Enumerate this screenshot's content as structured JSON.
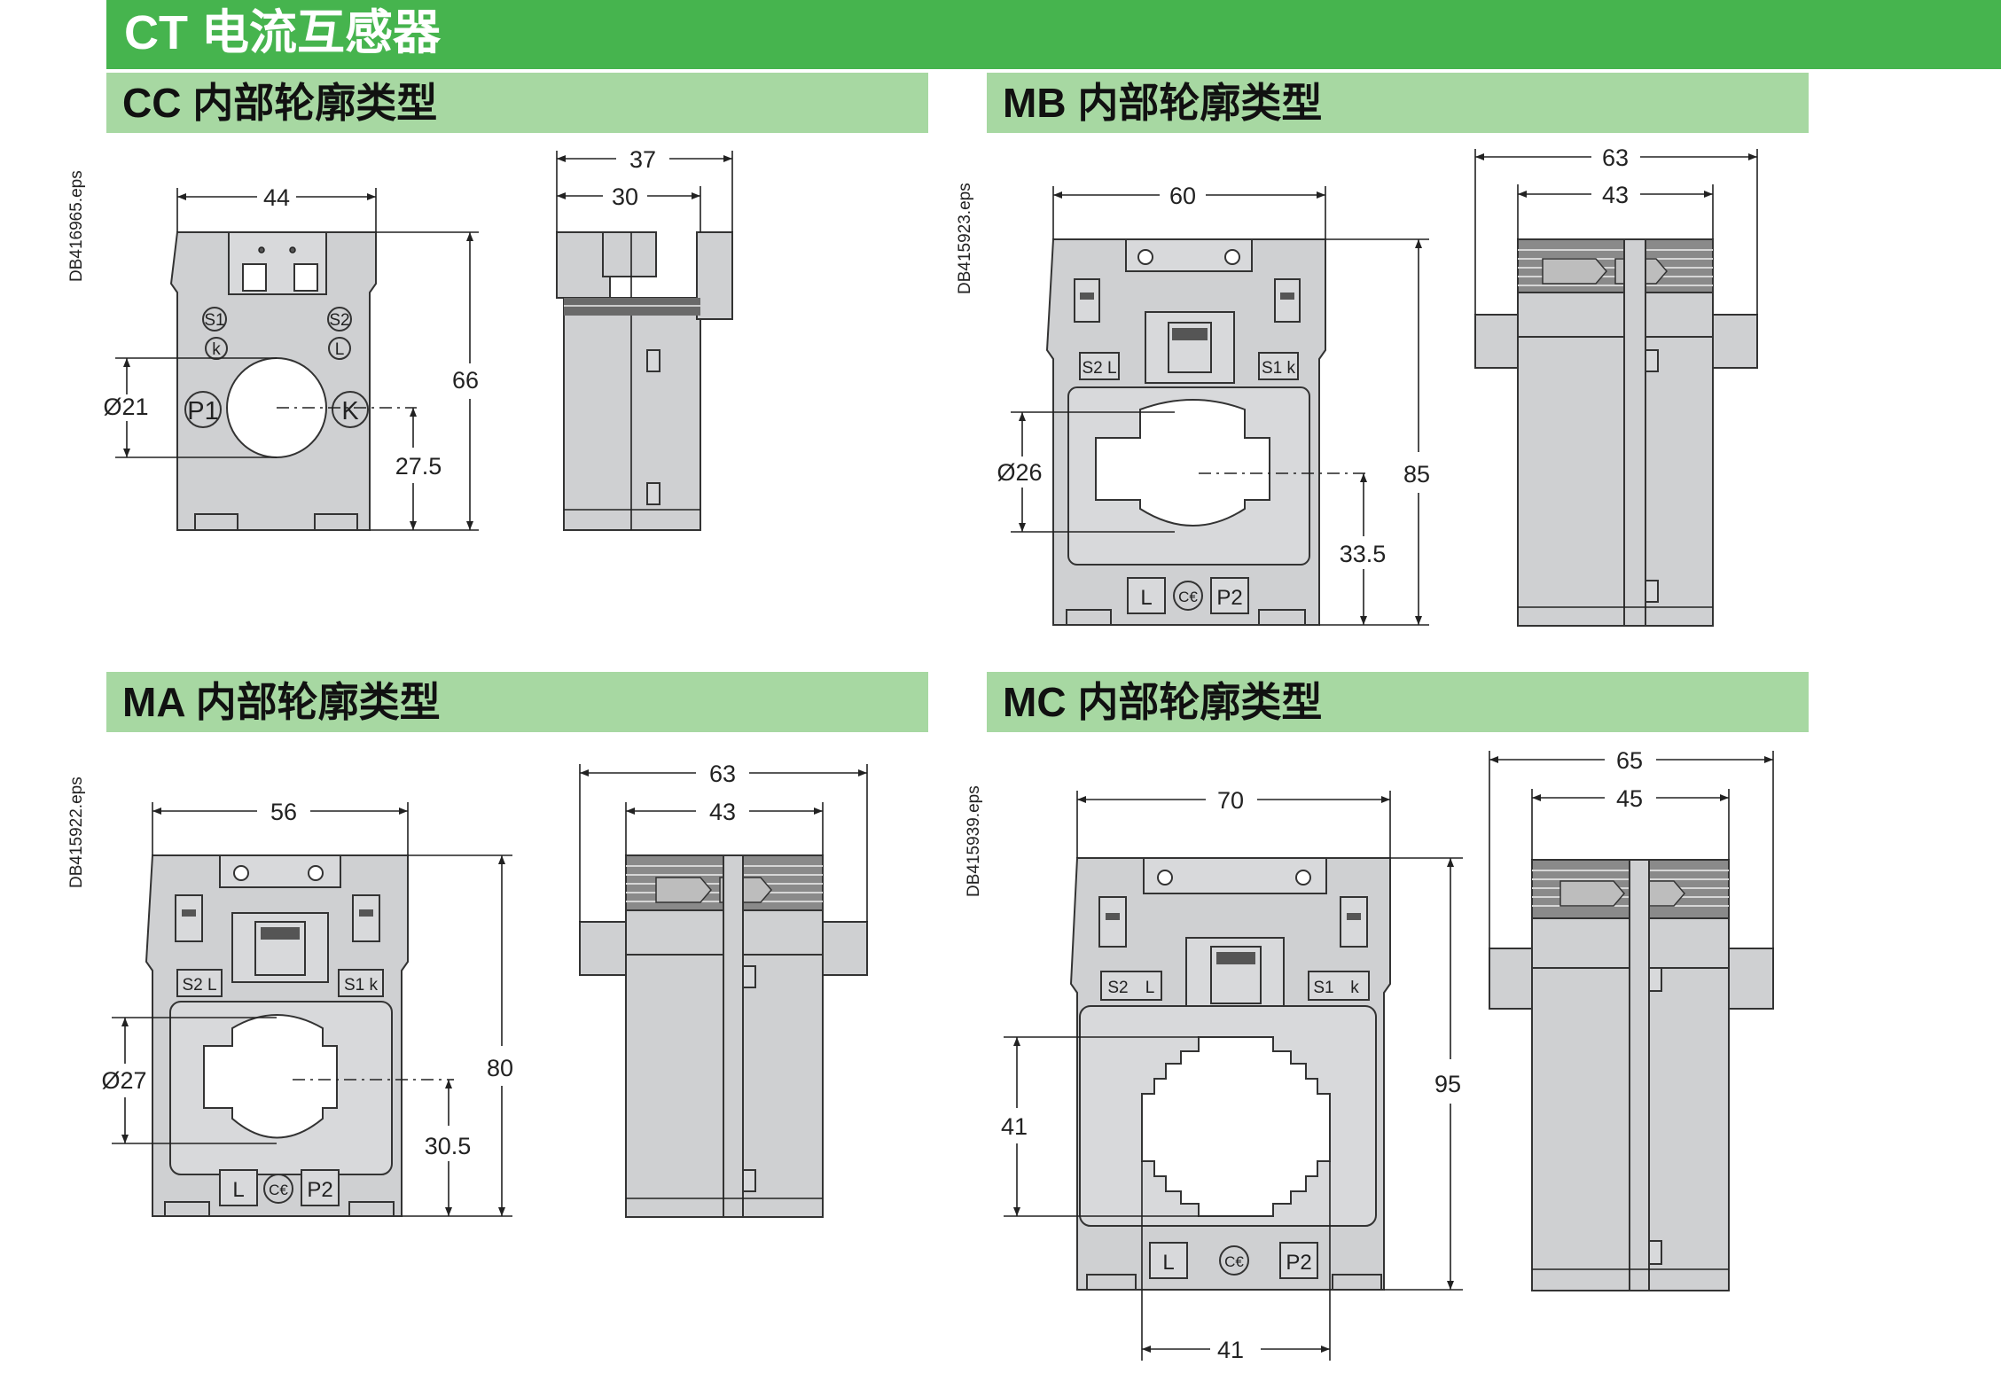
{
  "title": "CT 电流互感器",
  "sections": {
    "cc": {
      "heading": "CC 内部轮廓类型",
      "code": "DB416965.eps",
      "dims": {
        "width": "44",
        "height": "66",
        "diameter": "Ø21",
        "center": "27.5",
        "side_outer": "37",
        "side_inner": "30"
      },
      "marks": {
        "s1": "S1",
        "k_small": "k",
        "s2": "S2",
        "l_small": "L",
        "p1": "P1",
        "k": "K"
      }
    },
    "mb": {
      "heading": "MB 内部轮廓类型",
      "code": "DB415923.eps",
      "dims": {
        "width": "60",
        "height": "85",
        "diameter": "Ø26",
        "center": "33.5",
        "side_outer": "63",
        "side_inner": "43"
      },
      "marks": {
        "s2l": "S2 L",
        "s1k": "S1 k",
        "l": "L",
        "ce": "C€",
        "p2": "P2"
      }
    },
    "ma": {
      "heading": "MA 内部轮廓类型",
      "code": "DB415922.eps",
      "dims": {
        "width": "56",
        "height": "80",
        "diameter": "Ø27",
        "center": "30.5",
        "side_outer": "63",
        "side_inner": "43"
      },
      "marks": {
        "s2l": "S2 L",
        "s1k": "S1 k",
        "l": "L",
        "ce": "C€",
        "p2": "P2"
      }
    },
    "mc": {
      "heading": "MC 内部轮廓类型",
      "code": "DB415939.eps",
      "dims": {
        "width": "70",
        "height": "95",
        "window_height": "41",
        "window_width": "41",
        "side_outer": "65",
        "side_inner": "45"
      },
      "marks": {
        "s2": "S2",
        "l_small": "L",
        "s1": "S1",
        "k_small": "k",
        "l": "L",
        "ce": "C€",
        "p2": "P2"
      }
    }
  }
}
